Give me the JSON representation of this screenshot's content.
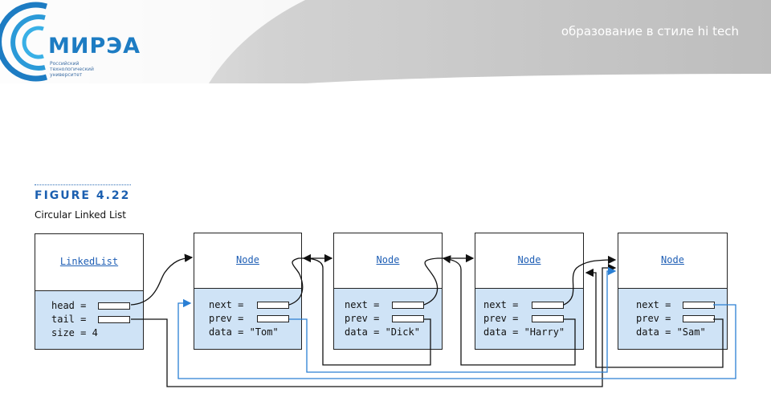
{
  "header": {
    "logo_name": "МИРЭА",
    "logo_subtitle": "Российский технологический университет",
    "slogan": "образование в стиле hi tech",
    "colors": {
      "banner_gray": "#c8c8c8",
      "logo_blue": "#1d7cc3"
    }
  },
  "figure": {
    "label": "FIGURE 4.22",
    "caption": "Circular Linked List"
  },
  "linked_list": {
    "title": "LinkedList",
    "head_label": "head =",
    "tail_label": "tail =",
    "size_text": "size = 4"
  },
  "nodes": [
    {
      "title": "Node",
      "next_label": "next =",
      "prev_label": "prev =",
      "data_text": "data = \"Tom\""
    },
    {
      "title": "Node",
      "next_label": "next =",
      "prev_label": "prev =",
      "data_text": "data = \"Dick\""
    },
    {
      "title": "Node",
      "next_label": "next =",
      "prev_label": "prev =",
      "data_text": "data = \"Harry\""
    },
    {
      "title": "Node",
      "next_label": "next =",
      "prev_label": "prev =",
      "data_text": "data = \"Sam\""
    }
  ],
  "colors": {
    "field_bg": "#cfe3f6",
    "link_black": "#111111",
    "link_blue": "#2a7fd4",
    "title_blue": "#1f5fb5"
  }
}
